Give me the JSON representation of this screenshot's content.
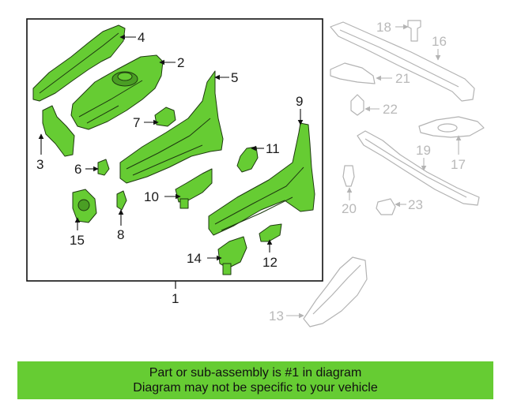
{
  "colors": {
    "part_fill": "#66cc33",
    "part_stroke": "#1e3a10",
    "ghost_stroke": "#b3b3b3",
    "frame_stroke": "#111111",
    "banner_bg": "#66cc33"
  },
  "callouts": {
    "c1": "1",
    "c2": "2",
    "c3": "3",
    "c4": "4",
    "c5": "5",
    "c6": "6",
    "c7": "7",
    "c8": "8",
    "c9": "9",
    "c10": "10",
    "c11": "11",
    "c12": "12",
    "c13": "13",
    "c14": "14",
    "c15": "15",
    "c16": "16",
    "c17": "17",
    "c18": "18",
    "c19": "19",
    "c20": "20",
    "c21": "21",
    "c22": "22",
    "c23": "23"
  },
  "banner": {
    "line1": "Part or sub-assembly is #1 in diagram",
    "line2": "Diagram may not be specific to your vehicle"
  }
}
